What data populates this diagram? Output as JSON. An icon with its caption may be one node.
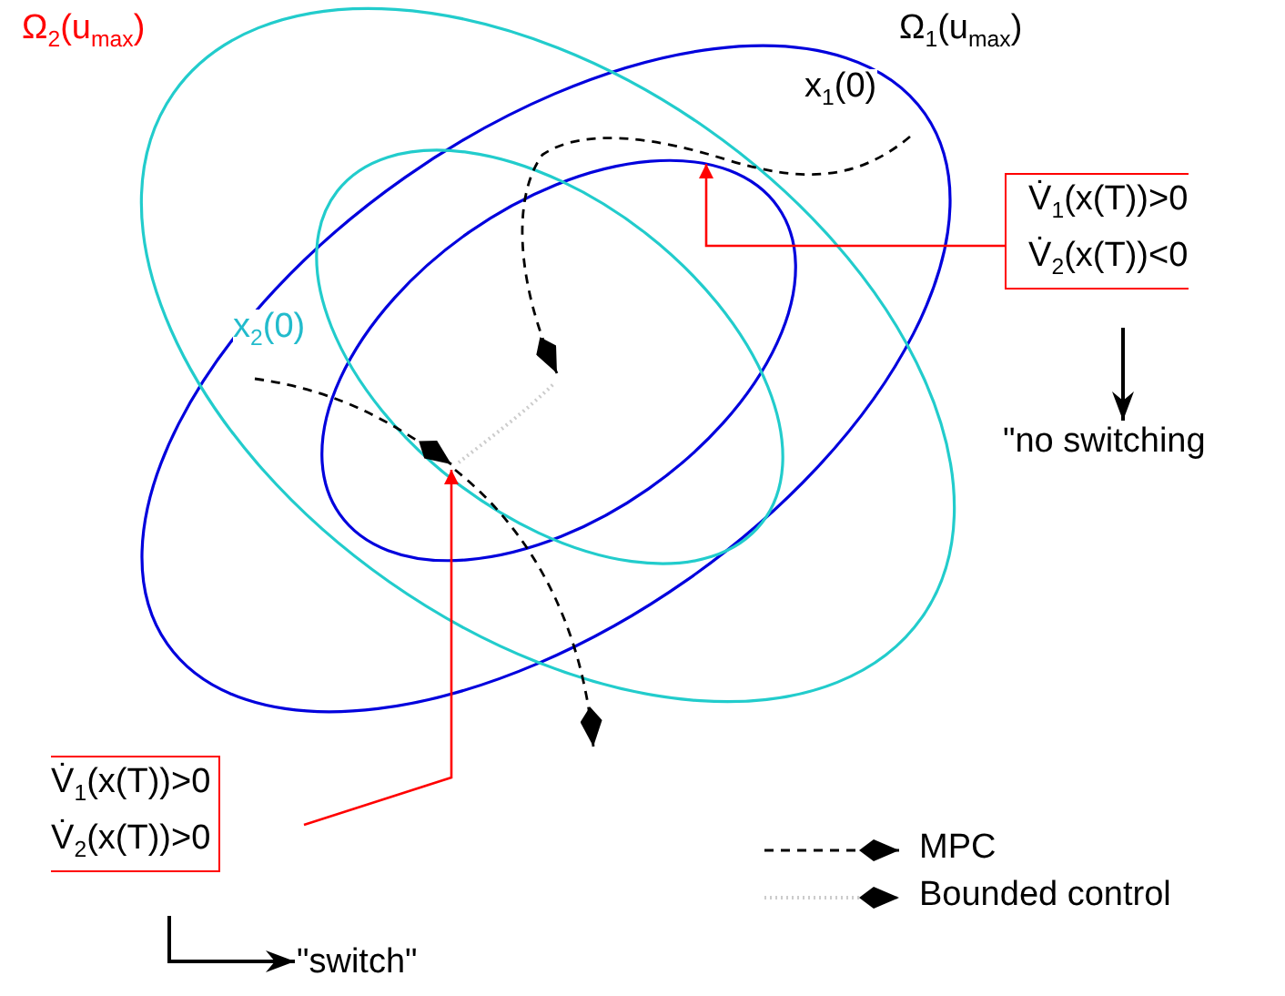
{
  "diagram": {
    "nodes": [
      {
        "text": [
          "V̇$_{1}$(x(T))>0",
          "V̇$_{2}$(x(T))<0"
        ]
      },
      {
        "text": [
          "\"no switching"
        ]
      },
      {
        "text": [
          "V̇$_{1}$(x(T))>0",
          "V̇$_{2}$(x(T))>0"
        ]
      },
      {
        "text": [
          "\"switch\""
        ]
      }
    ],
    "edges": [
      {
        "from": 0,
        "to": null,
        "arrow": "to",
        "color": "#ff0000"
      },
      {
        "from": 0,
        "to": 1,
        "arrow": "to",
        "color": "#000000"
      },
      {
        "from": 2,
        "to": null,
        "arrow": "to",
        "color": "#ff0000"
      },
      {
        "from": 2,
        "to": 3,
        "arrow": "to",
        "color": "#000000"
      }
    ],
    "labels": [
      "Ω$_{2}$(u$_{max}$)",
      "Ω$_{1}$(u$_{max}$)",
      "x$_{1}$(0)",
      "x$_{2}$(0)"
    ],
    "legend": [
      {
        "text": "MPC"
      },
      {
        "text": "Bounded control"
      }
    ]
  }
}
